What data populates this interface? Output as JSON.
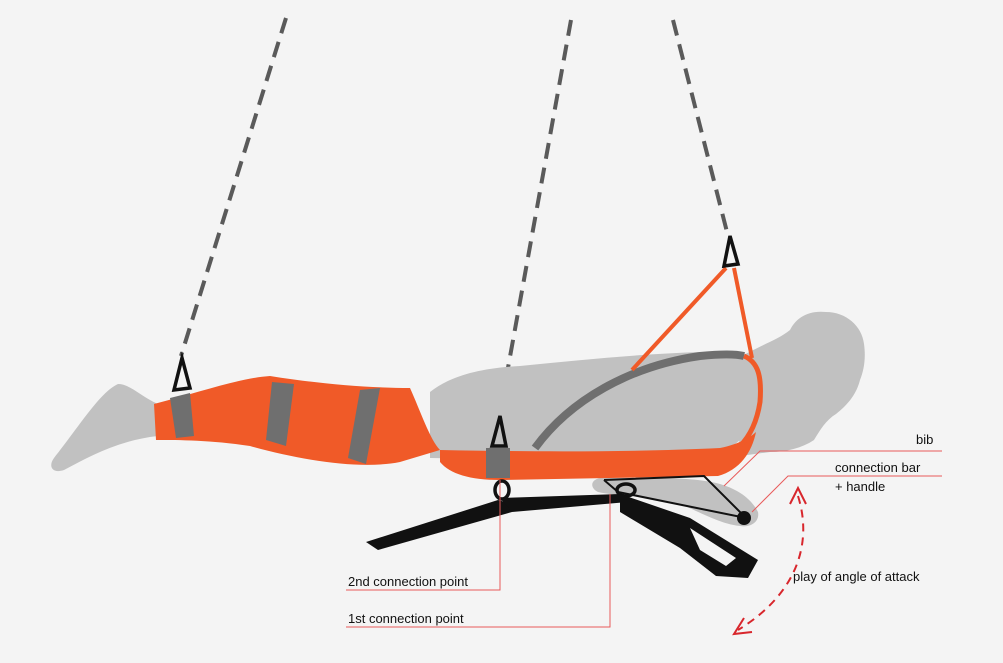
{
  "labels": {
    "bib": "bib",
    "connection_bar_line1": "connection bar",
    "connection_bar_line2": "+ handle",
    "angle_of_attack": "play of angle of attack",
    "second_connection": "2nd connection point",
    "first_connection": "1st connection point"
  },
  "colors": {
    "background": "#f4f4f4",
    "body_gray": "#c1c1c1",
    "harness_orange": "#f05a28",
    "strap_gray": "#6f6f6f",
    "rope_gray": "#5a5a5a",
    "leader_red": "#e85a5a",
    "arrow_red": "#d8262c",
    "bar_black": "#111111"
  },
  "icons": [
    "carabiner-icon",
    "curved-arrow-icon"
  ]
}
